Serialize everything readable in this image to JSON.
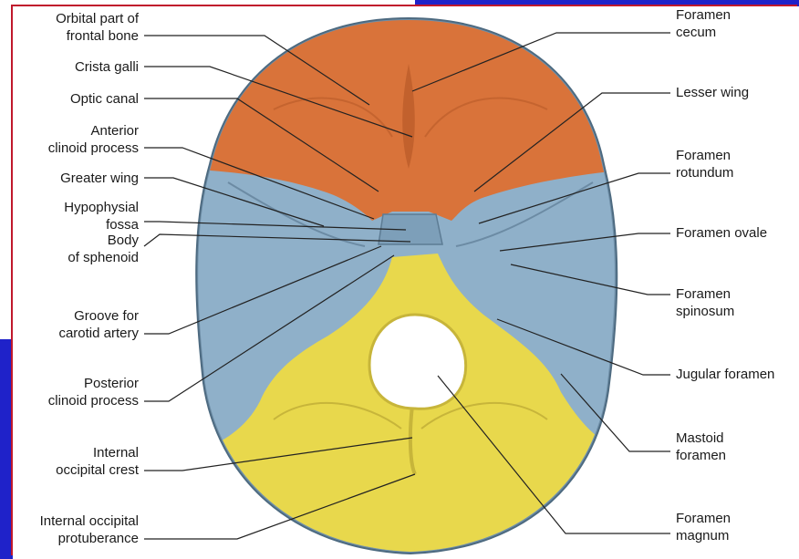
{
  "colors": {
    "frontal": "#d9733a",
    "sphenoid": "#8fb0c9",
    "occipital": "#e8d84c",
    "frame_blue": "#1f22c9",
    "frame_red": "#c0182c"
  },
  "labels_left": [
    {
      "id": "orbital",
      "text": "Orbital part of\nfrontal bone"
    },
    {
      "id": "crista",
      "text": "Crista galli"
    },
    {
      "id": "optic",
      "text": "Optic canal"
    },
    {
      "id": "anterior-clinoid",
      "text": "Anterior\nclinoid process"
    },
    {
      "id": "greater-wing",
      "text": "Greater wing"
    },
    {
      "id": "hypophysial",
      "text": "Hypophysial\nfossa"
    },
    {
      "id": "body-sphenoid",
      "text": "Body\nof sphenoid"
    },
    {
      "id": "groove-carotid",
      "text": "Groove for\ncarotid artery"
    },
    {
      "id": "posterior-clinoid",
      "text": "Posterior\nclinoid process"
    },
    {
      "id": "occipital-crest",
      "text": "Internal\noccipital crest"
    },
    {
      "id": "occipital-protuberance",
      "text": "Internal occipital\nprotuberance"
    }
  ],
  "labels_right": [
    {
      "id": "foramen-cecum",
      "text": "Foramen\ncecum"
    },
    {
      "id": "lesser-wing",
      "text": "Lesser wing"
    },
    {
      "id": "foramen-rotundum",
      "text": "Foramen\nrotundum"
    },
    {
      "id": "foramen-ovale",
      "text": "Foramen ovale"
    },
    {
      "id": "foramen-spinosum",
      "text": "Foramen\nspinosum"
    },
    {
      "id": "jugular-foramen",
      "text": "Jugular foramen"
    },
    {
      "id": "mastoid-foramen",
      "text": "Mastoid\nforamen"
    },
    {
      "id": "foramen-magnum",
      "text": "Foramen\nmagnum"
    }
  ]
}
